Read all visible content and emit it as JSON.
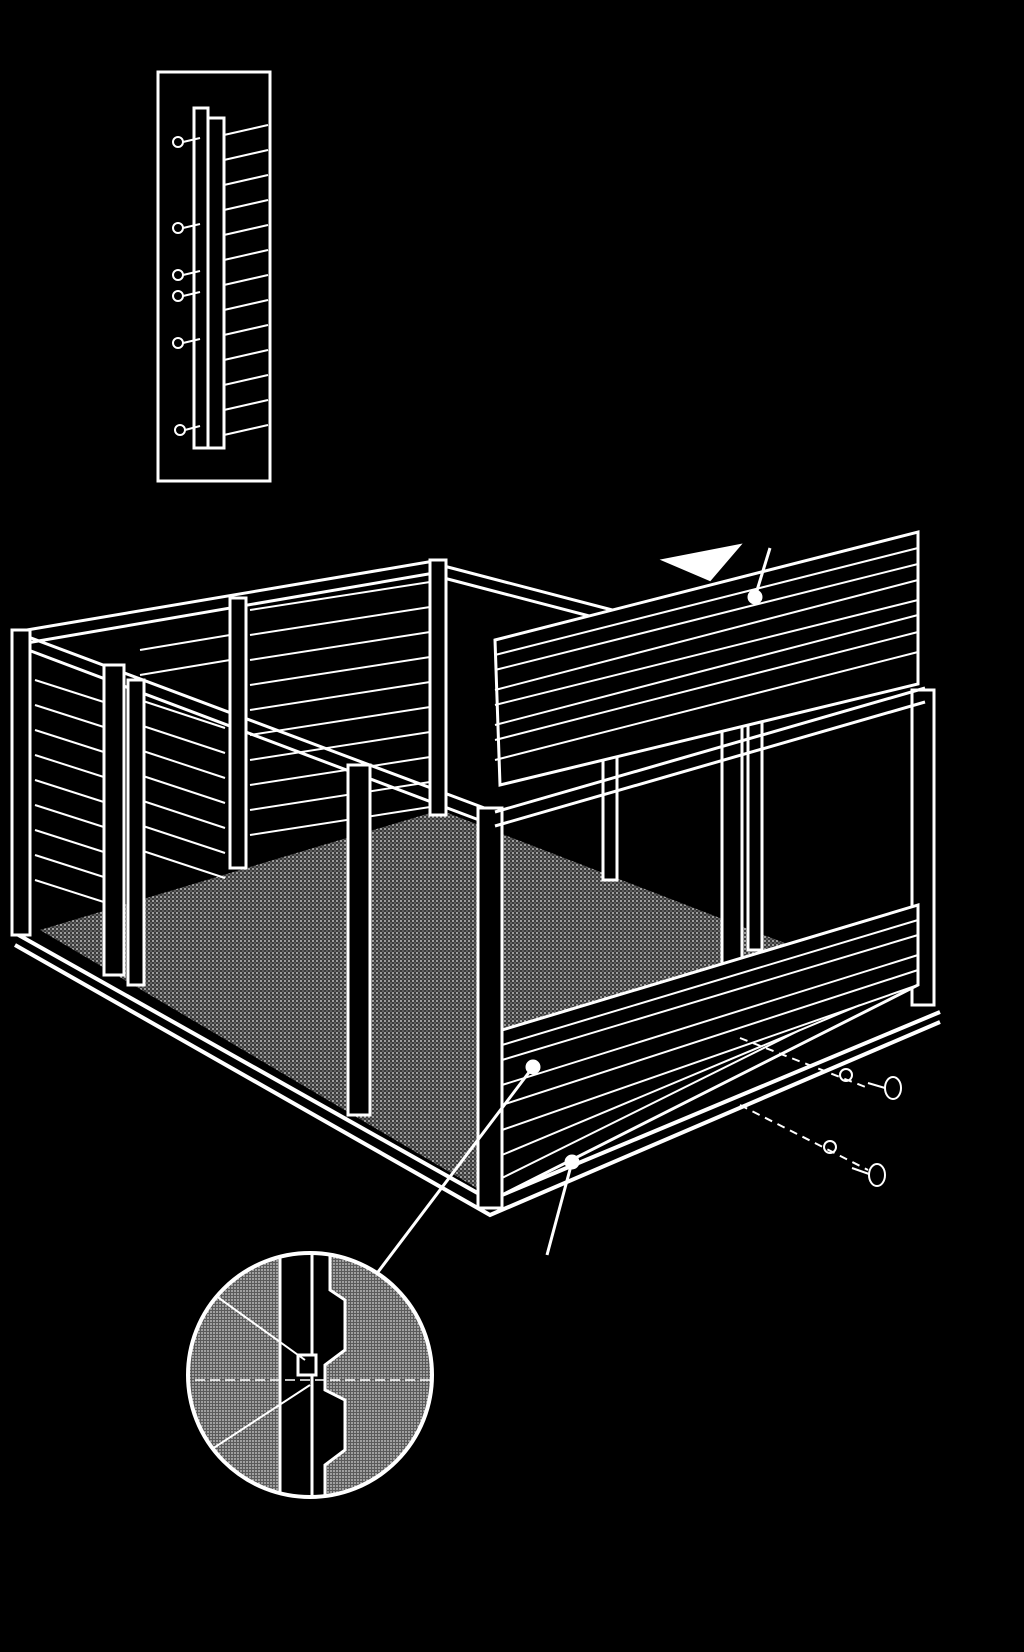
{
  "figure": {
    "title": "",
    "labels": [],
    "colors": {
      "background": "#000000",
      "line": "#ffffff",
      "shade": "#8c8c8c"
    },
    "parts": {
      "inset_detail": "screwed-corner-post-inset",
      "new_panel": "upper-wall-panel",
      "lower_panel": "lower-wall-panel",
      "floor": "shaded-floor",
      "arrow": "down-arrow-icon",
      "screws": "screw-icon",
      "joint_detail": "panel-joint-magnifier"
    }
  }
}
